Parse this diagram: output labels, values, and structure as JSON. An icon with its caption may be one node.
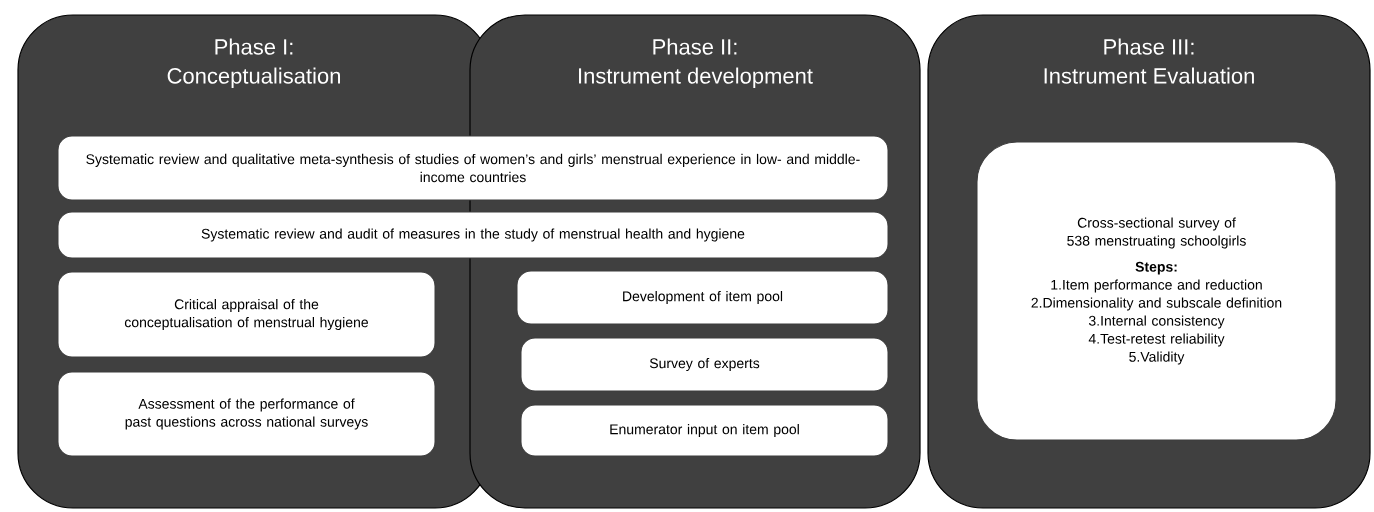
{
  "diagram": {
    "nodes": [
      {
        "text": [
          "Phase I:",
          "Conceptualisation"
        ]
      },
      {
        "text": [
          "Phase II:",
          "Instrument development"
        ]
      },
      {
        "text": [
          "Phase III:",
          "Instrument Evaluation"
        ]
      },
      {
        "text": [
          "Systematic review and qualitative meta-synthesis of studies of women’s and girls’ menstrual experience in low- and middle- income countries"
        ]
      },
      {
        "text": [
          "Systematic review and audit of measures in the study of menstrual health and hygiene"
        ]
      },
      {
        "text": [
          "Critical appraisal of the conceptualisation of menstrual hygiene"
        ],
        "in": 0
      },
      {
        "text": [
          "Assessment of the performance of past questions across national surveys"
        ],
        "in": 0
      },
      {
        "text": [
          "Development of item pool"
        ],
        "in": 1
      },
      {
        "text": [
          "Survey of experts"
        ],
        "in": 1
      },
      {
        "text": [
          "Enumerator input on item pool"
        ],
        "in": 1
      },
      {
        "text": [
          "Cross-sectional survey of 538 menstruating schoolgirls",
          "Steps:",
          "1.Item performance and reduction",
          "2.Dimensionality and subscale definition",
          "3.Internal consistency",
          "4.Test-retest reliability",
          "5.Validity"
        ],
        "in": 2
      }
    ]
  }
}
